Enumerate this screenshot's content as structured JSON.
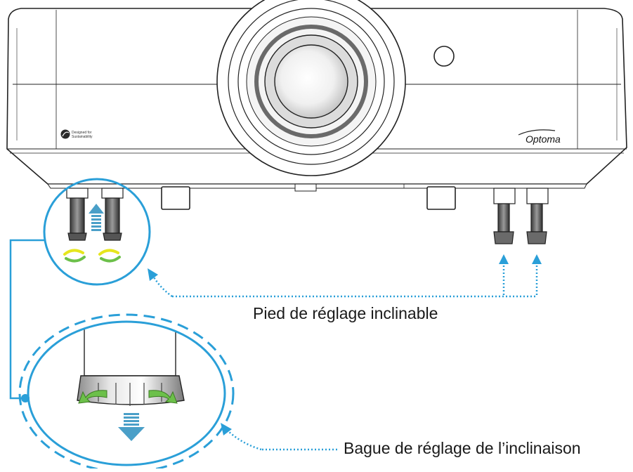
{
  "labels": {
    "tilt_foot": "Pied de réglage inclinable",
    "tilt_ring": "Bague de réglage de l’inclinaison"
  },
  "projector": {
    "brand": "Optoma",
    "badge_line1": "Designed for",
    "badge_line2": "Sustainability"
  },
  "colors": {
    "callout_blue": "#2a9fd8",
    "arrow_blue": "#4a9fc8",
    "rotate_arrow_yellow": "#e6e61e",
    "rotate_arrow_green": "#6cc04a",
    "outline": "#222222"
  }
}
